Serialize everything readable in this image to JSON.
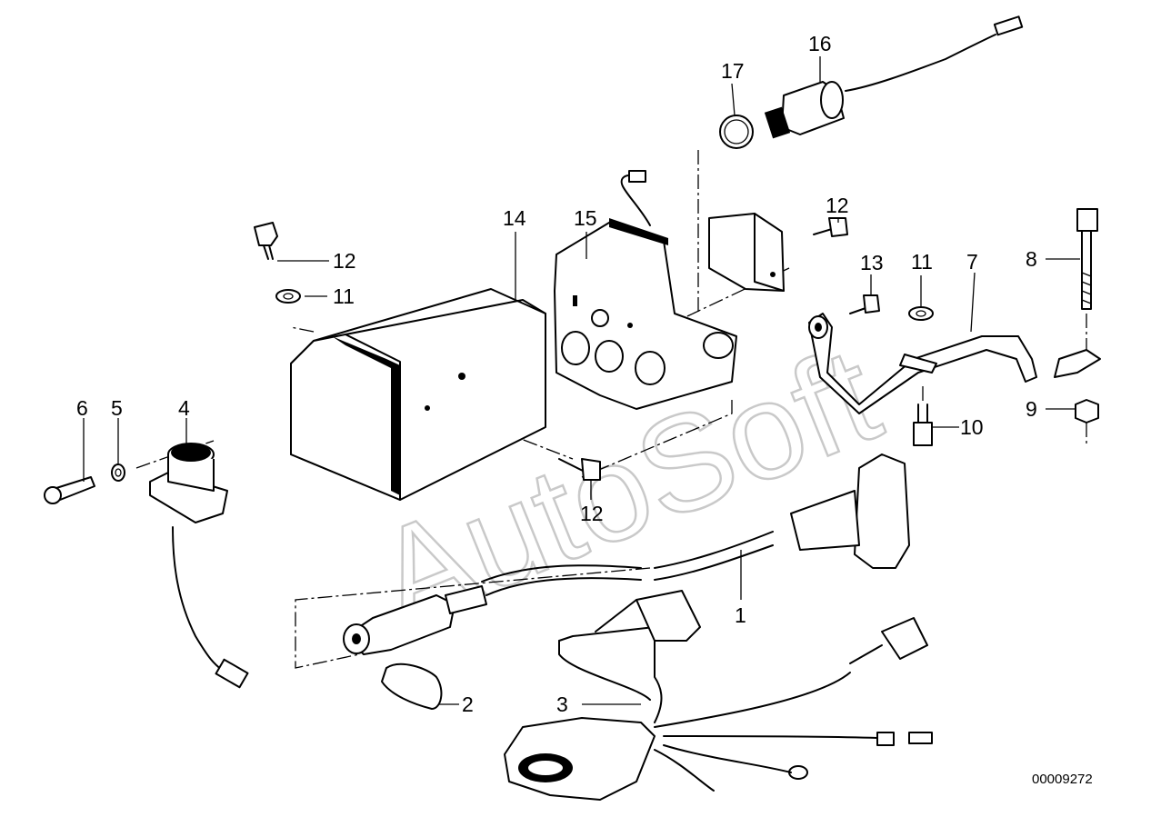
{
  "diagram": {
    "document_number": "00009272",
    "watermark": "AutoSoft",
    "callouts": [
      {
        "id": "c1",
        "label": "1"
      },
      {
        "id": "c2",
        "label": "2"
      },
      {
        "id": "c3",
        "label": "3"
      },
      {
        "id": "c4",
        "label": "4"
      },
      {
        "id": "c5",
        "label": "5"
      },
      {
        "id": "c6",
        "label": "6"
      },
      {
        "id": "c7",
        "label": "7"
      },
      {
        "id": "c8",
        "label": "8"
      },
      {
        "id": "c9",
        "label": "9"
      },
      {
        "id": "c10",
        "label": "10"
      },
      {
        "id": "c11a",
        "label": "11"
      },
      {
        "id": "c11b",
        "label": "11"
      },
      {
        "id": "c12a",
        "label": "12"
      },
      {
        "id": "c12b",
        "label": "12"
      },
      {
        "id": "c12c",
        "label": "12"
      },
      {
        "id": "c13",
        "label": "13"
      },
      {
        "id": "c14",
        "label": "14"
      },
      {
        "id": "c15",
        "label": "15"
      },
      {
        "id": "c16",
        "label": "16"
      },
      {
        "id": "c17",
        "label": "17"
      }
    ]
  }
}
